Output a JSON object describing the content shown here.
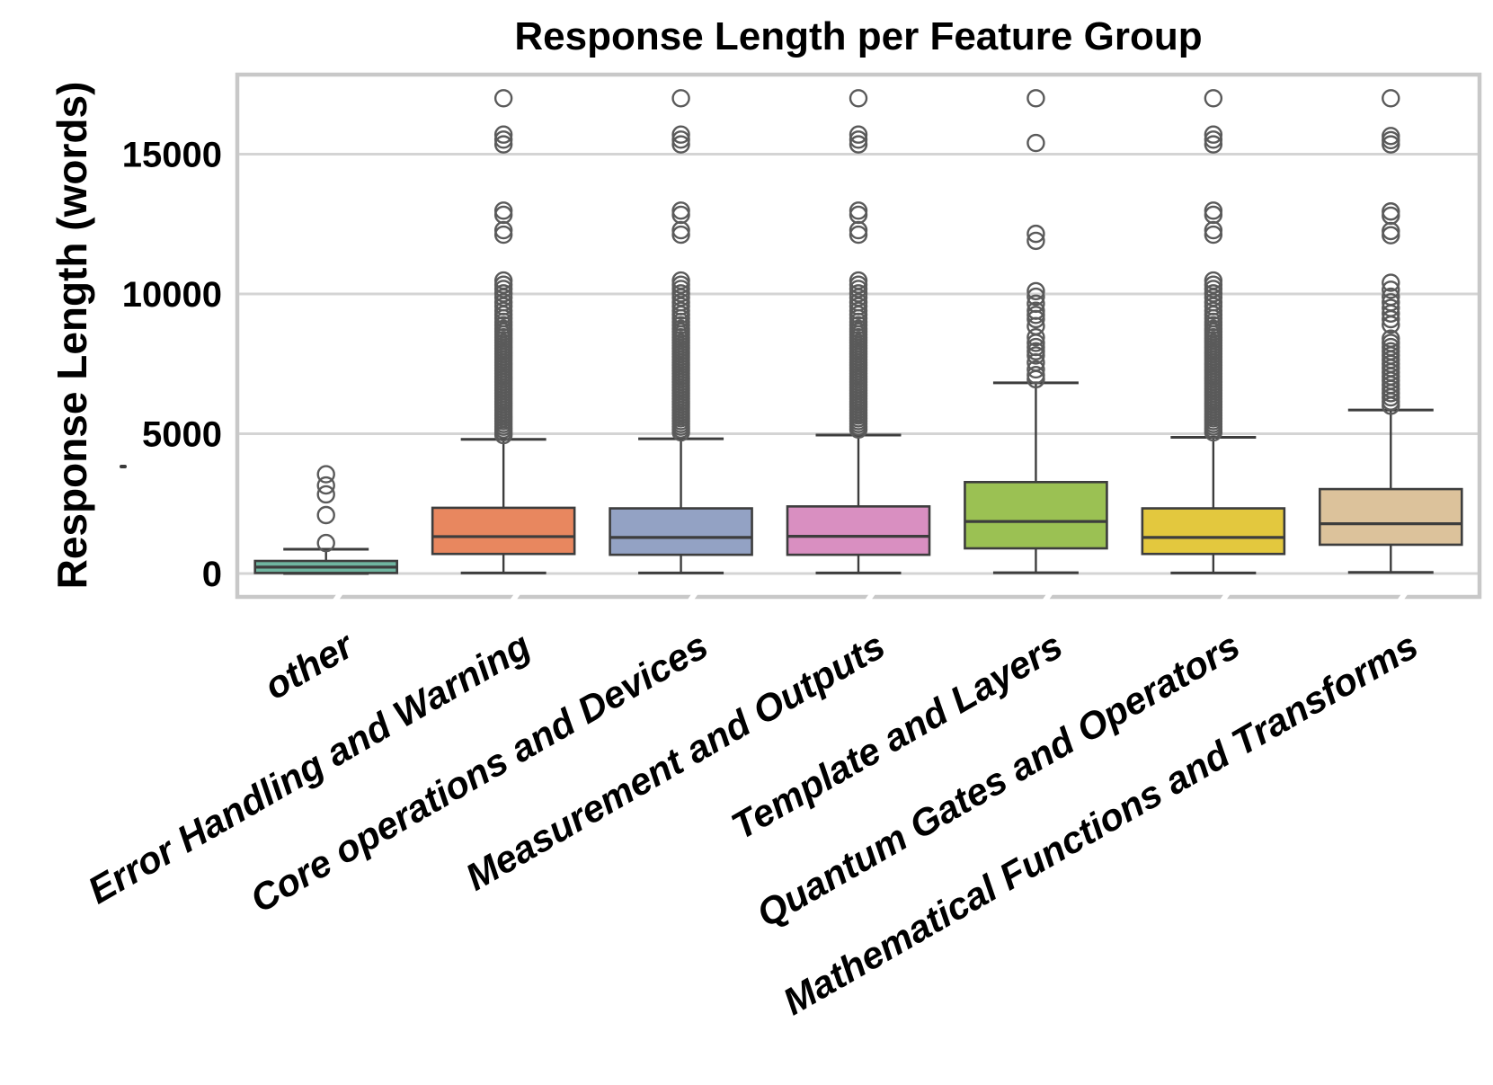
{
  "chart_data": {
    "type": "box",
    "title": "Response Length per Feature Group",
    "ylabel": "Response Length (words)",
    "yticks": [
      0,
      5000,
      10000,
      15000
    ],
    "ylim": [
      -840,
      17850
    ],
    "grid": "horizontal",
    "colors": {
      "box_edge": "#3d3d3d",
      "whisker": "#3d3d3d",
      "outlier": "#5a5a5a",
      "gridline": "#d4d4d4",
      "spine": "#c8c8c8"
    },
    "categories": [
      {
        "label": "other",
        "color": "#6fb5a0",
        "q1": 20,
        "median": 230,
        "q3": 450,
        "whisker_low": 0,
        "whisker_high": 870,
        "outliers": [
          3550,
          3150,
          2830,
          2090,
          1090
        ]
      },
      {
        "label": "Error Handling and Warning",
        "color": "#e8875f",
        "q1": 700,
        "median": 1320,
        "q3": 2350,
        "whisker_low": 20,
        "whisker_high": 4800,
        "outliers": [
          17000,
          15700,
          15520,
          15350,
          12980,
          12830,
          12280,
          12120,
          10480,
          10330,
          10180,
          10020,
          9870,
          9700,
          9560,
          9400,
          9260,
          9130,
          9000,
          8880
        ],
        "outliers_dense": {
          "from": 8750,
          "to": 4950,
          "step": 100
        }
      },
      {
        "label": "Core operations and Devices",
        "color": "#93a2c4",
        "q1": 670,
        "median": 1290,
        "q3": 2330,
        "whisker_low": 20,
        "whisker_high": 4820,
        "outliers": [
          17000,
          15700,
          15520,
          15350,
          12980,
          12830,
          12280,
          12120,
          10480,
          10330,
          10180,
          10020,
          9870,
          9700,
          9560,
          9400,
          9260,
          9130,
          9000,
          8880
        ],
        "outliers_dense": {
          "from": 8750,
          "to": 4970,
          "step": 100
        }
      },
      {
        "label": "Measurement and Outputs",
        "color": "#d98fc1",
        "q1": 670,
        "median": 1330,
        "q3": 2400,
        "whisker_low": 20,
        "whisker_high": 4950,
        "outliers": [
          17000,
          15700,
          15520,
          15350,
          12980,
          12830,
          12280,
          12120,
          10480,
          10330,
          10180,
          10020,
          9870,
          9700,
          9560,
          9400,
          9260,
          9130,
          9000,
          8880
        ],
        "outliers_dense": {
          "from": 8750,
          "to": 5100,
          "step": 100
        }
      },
      {
        "label": "Template and Layers",
        "color": "#9bc153",
        "q1": 900,
        "median": 1860,
        "q3": 3270,
        "whisker_low": 30,
        "whisker_high": 6820,
        "outliers": [
          17000,
          15400,
          12150,
          11900,
          10100,
          9900,
          9650,
          9400,
          9250,
          9100,
          8850,
          8450,
          8250,
          8100,
          7950,
          7800,
          7550,
          7300,
          7100,
          6950
        ]
      },
      {
        "label": "Quantum Gates and Operators",
        "color": "#e3c83e",
        "q1": 700,
        "median": 1290,
        "q3": 2330,
        "whisker_low": 20,
        "whisker_high": 4870,
        "outliers": [
          17000,
          15700,
          15520,
          15350,
          12980,
          12830,
          12280,
          12120,
          10480,
          10330,
          10180,
          10020,
          9870,
          9700,
          9560,
          9400,
          9260,
          9130,
          9000,
          8880
        ],
        "outliers_dense": {
          "from": 8750,
          "to": 5020,
          "step": 100
        }
      },
      {
        "label": "Mathematical Functions and Transforms",
        "color": "#dcc29b",
        "q1": 1030,
        "median": 1780,
        "q3": 3020,
        "whisker_low": 40,
        "whisker_high": 5850,
        "outliers": [
          17000,
          15650,
          15500,
          15350,
          12950,
          12800,
          12250,
          12100,
          10400,
          10150,
          9900,
          9700,
          9500,
          9300,
          9100,
          8900,
          8400,
          8250,
          8100,
          7950,
          7800,
          7650,
          7500,
          7350,
          7200,
          7050,
          6900,
          6750,
          6600,
          6450,
          6300,
          6150,
          6000
        ]
      }
    ]
  }
}
